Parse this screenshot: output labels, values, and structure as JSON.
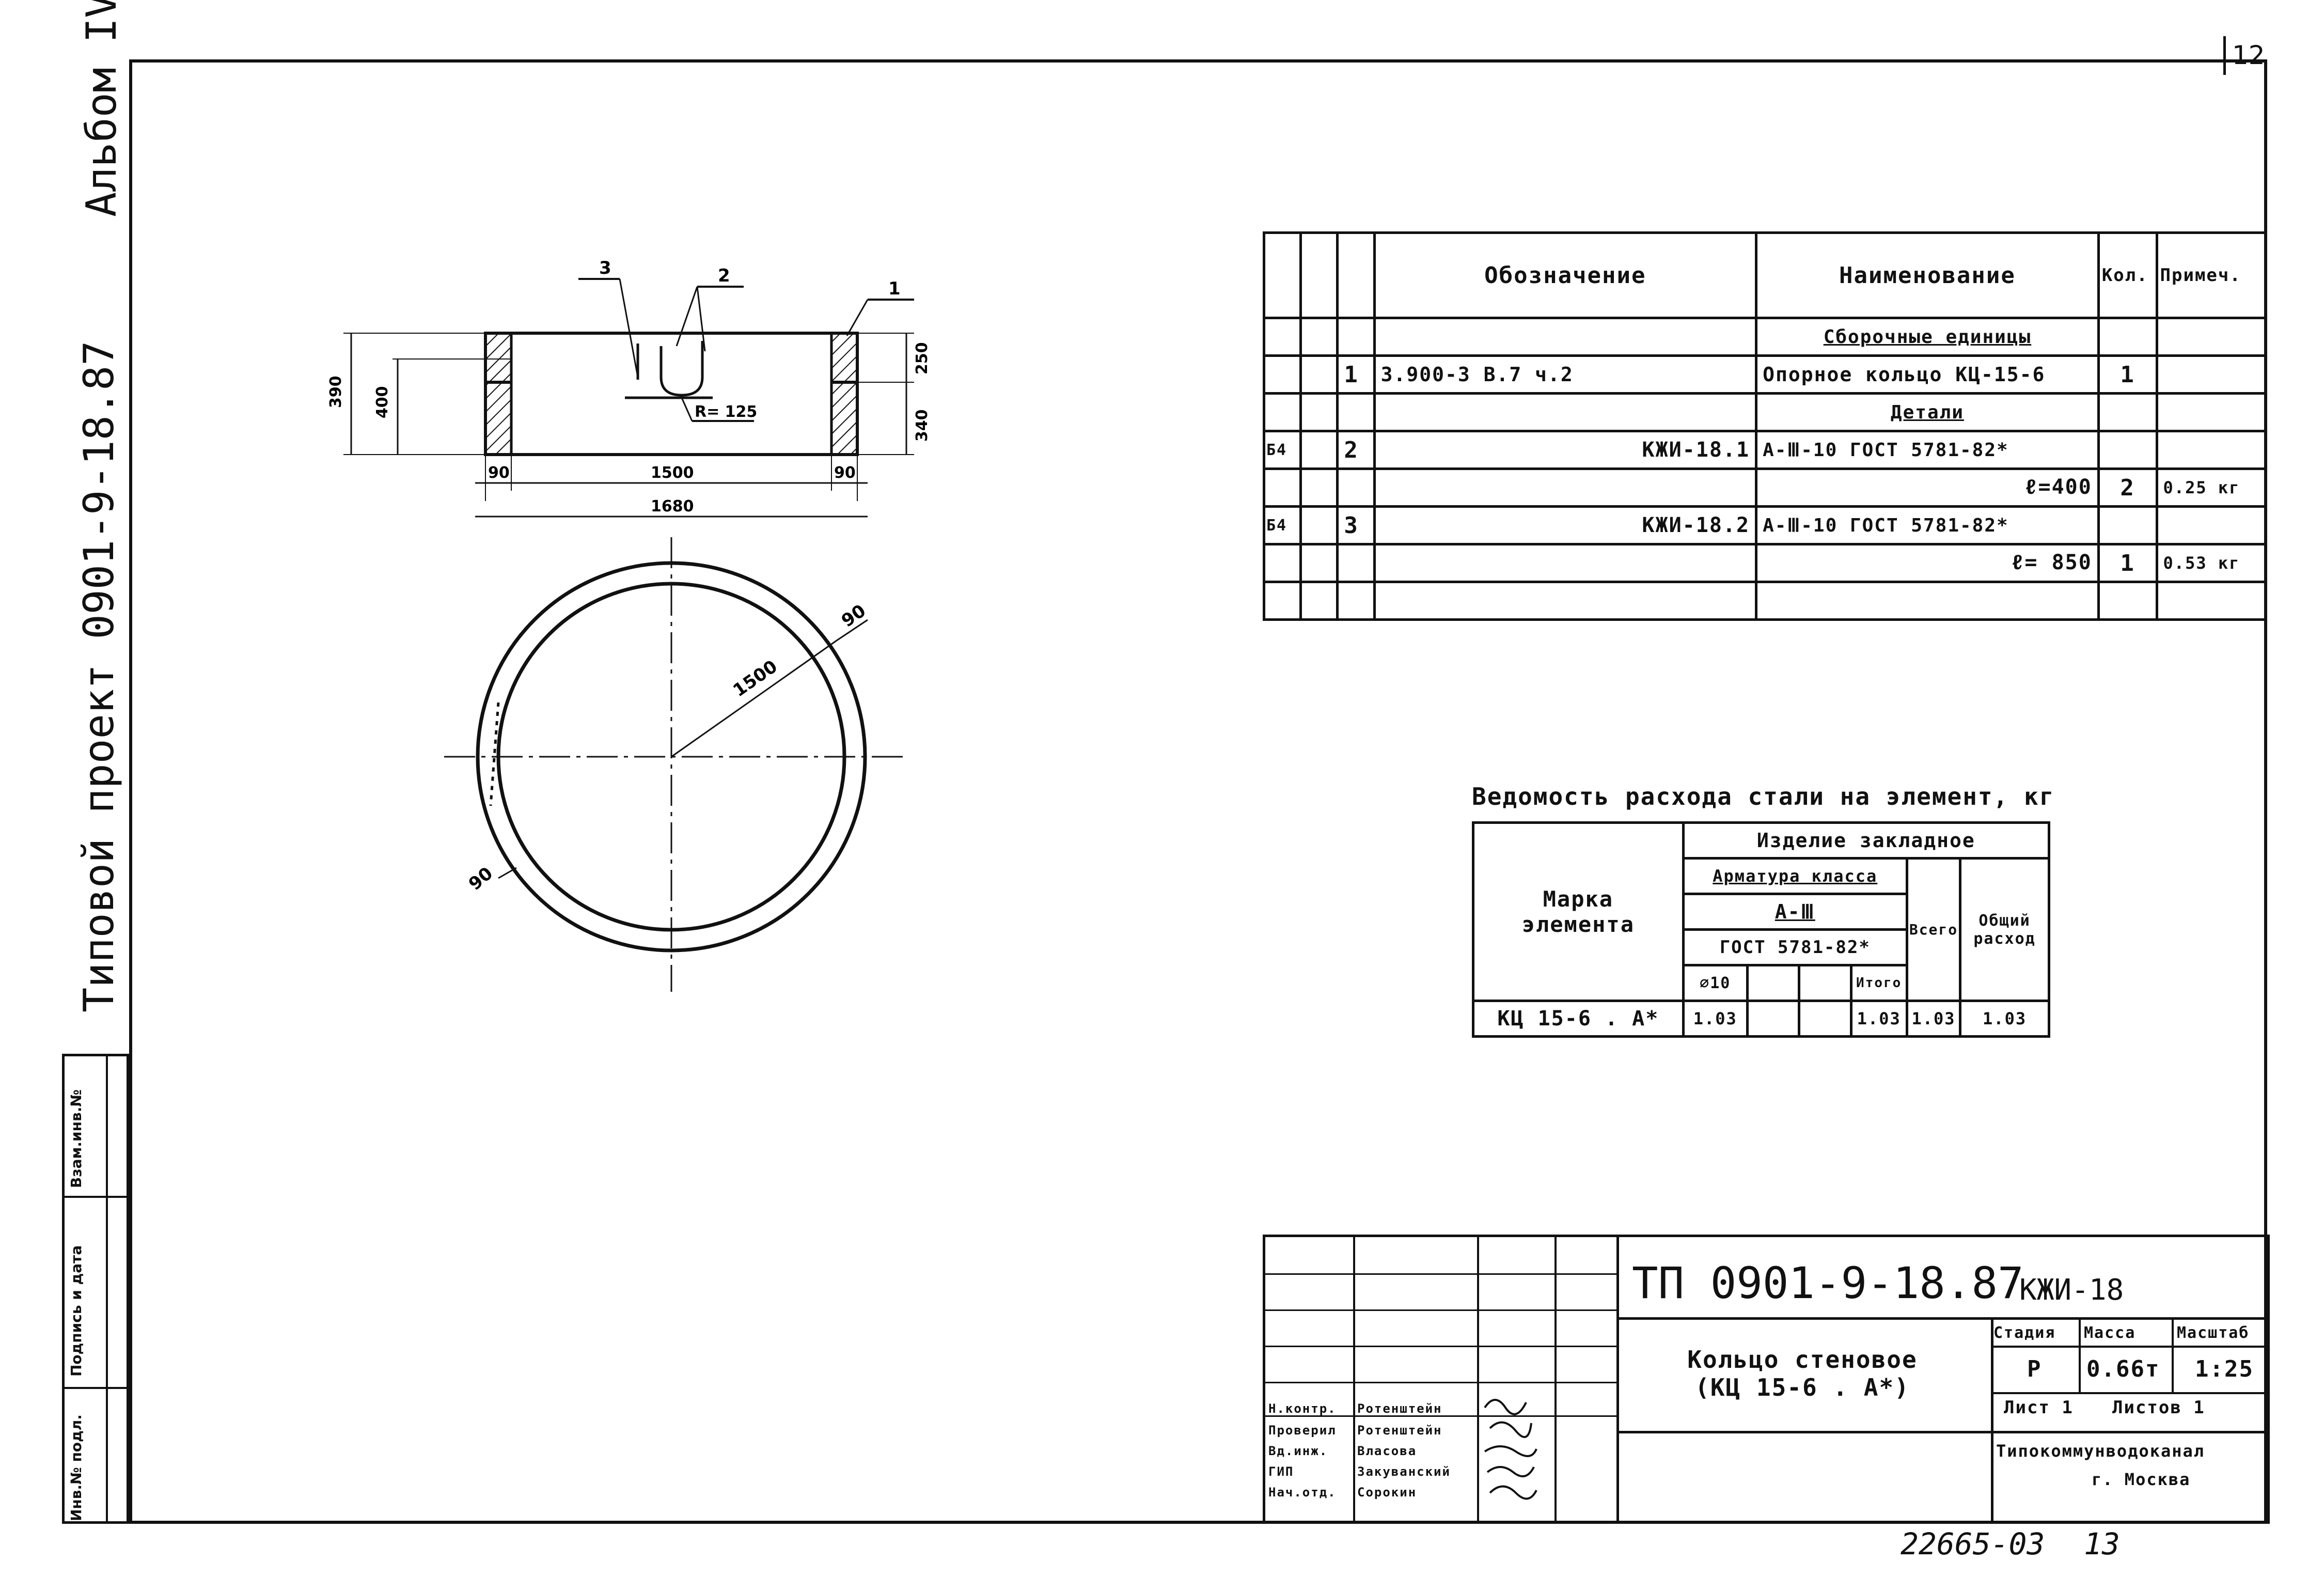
{
  "sheet": {
    "page_no": "12",
    "bottom_code": "22665-03",
    "bottom_sheet": "13"
  },
  "side_label": {
    "album": "Альбом IV",
    "project": "Типовой проект 0901-9-18.87"
  },
  "stamp_column": [
    "Инв.№ подл.",
    "Подпись и дата",
    "Взам.инв.№"
  ],
  "drawing": {
    "section": {
      "callouts": [
        "3",
        "2",
        "1"
      ],
      "dims": {
        "h_total": "390",
        "h_inner": "400",
        "h_top": "250",
        "h_bottom": "340",
        "wall_left": "90",
        "inner": "1500",
        "wall_right": "90",
        "overall": "1680",
        "radius": "R= 125"
      }
    },
    "plan": {
      "dims": {
        "diameter": "1500",
        "wall_a": "90",
        "wall_b": "90"
      }
    }
  },
  "spec_table": {
    "headers": [
      "Обозначение",
      "Наименование",
      "Кол.",
      "Примеч."
    ],
    "rows": [
      {
        "zone": "",
        "pos": "",
        "designation": "",
        "name": "Сборочные единицы",
        "qty": "",
        "note": ""
      },
      {
        "zone": "",
        "pos": "1",
        "designation": "3.900-3   В.7 ч.2",
        "name": "Опорное кольцо  КЦ-15-6",
        "qty": "1",
        "note": ""
      },
      {
        "zone": "",
        "pos": "",
        "designation": "",
        "name": "Детали",
        "qty": "",
        "note": ""
      },
      {
        "zone": "Б4",
        "pos": "2",
        "designation": "КЖИ-18.1",
        "name": "А-Ⅲ-10  ГОСТ 5781-82*",
        "qty": "",
        "note": ""
      },
      {
        "zone": "",
        "pos": "",
        "designation": "",
        "name": "ℓ=400",
        "qty": "2",
        "note": "0.25 кг"
      },
      {
        "zone": "Б4",
        "pos": "3",
        "designation": "КЖИ-18.2",
        "name": "А-Ⅲ-10  ГОСТ 5781-82*",
        "qty": "",
        "note": ""
      },
      {
        "zone": "",
        "pos": "",
        "designation": "",
        "name": "ℓ= 850",
        "qty": "1",
        "note": "0.53 кг"
      },
      {
        "zone": "",
        "pos": "",
        "designation": "",
        "name": "",
        "qty": "",
        "note": ""
      }
    ]
  },
  "steel_table": {
    "title": "Ведомость расхода стали на элемент, кг",
    "col_mark": "Марка элемента",
    "col_product": "Изделие закладное",
    "col_rebar": "Арматура класса",
    "col_class": "А-Ⅲ",
    "col_gost": "ГОСТ 5781-82*",
    "col_d10": "⌀10",
    "col_subtotal": "Итого",
    "col_total": "Всего",
    "col_overall": "Общий расход",
    "row": {
      "mark": "КЦ 15-6 . А*",
      "d10": "1.03",
      "subtotal": "1.03",
      "total": "1.03",
      "overall": "1.03"
    }
  },
  "title_block": {
    "doc_code": "ТП 0901-9-18.87",
    "sheet_code": "КЖИ-18",
    "name": "Кольцо стеновое (КЦ 15-6 . А*)",
    "stage_label": "Стадия",
    "mass_label": "Масса",
    "scale_label": "Масштаб",
    "stage": "Р",
    "mass": "0.66т",
    "scale": "1:25",
    "sheet_label": "Лист 1",
    "sheets_label": "Листов 1",
    "org_line1": "Типокоммунводоканал",
    "org_line2": "г. Москва",
    "signatures": [
      {
        "role": "Н.контр.",
        "name": "Ротенштейн"
      },
      {
        "role": "Проверил",
        "name": "Ротенштейн"
      },
      {
        "role": "Вд.инж.",
        "name": "Власова"
      },
      {
        "role": "ГИП",
        "name": "Закуванский"
      },
      {
        "role": "Нач.отд.",
        "name": "Сорокин"
      }
    ]
  }
}
